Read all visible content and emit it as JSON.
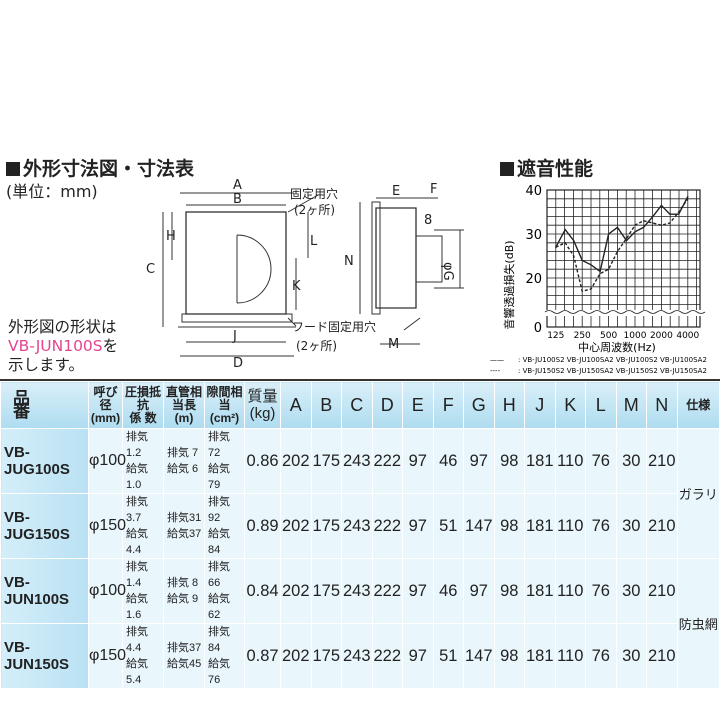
{
  "left_section": {
    "title": "外形寸法図・寸法表",
    "unit": "(単位：mm)",
    "dim_labels": {
      "A": "A",
      "B": "B",
      "C": "C",
      "H": "H",
      "J": "J",
      "K": "K",
      "L": "L",
      "D": "D",
      "E": "E",
      "F": "F",
      "N": "N",
      "eight": "8",
      "G": "φG",
      "M": "M"
    },
    "fix_hole": "固定用穴",
    "fix_hole_count": "(2ヶ所)",
    "hood_hole": "フード固定用穴",
    "hood_hole_count": "(2ヶ所)",
    "note_line1": "外形図の形状は",
    "note_model": "VB-JUN100S",
    "note_suffix": "を",
    "note_line3": "示します。"
  },
  "chart_data": {
    "type": "line",
    "title": "遮音性能",
    "ylabel": "音響透過損失(dB)",
    "xlabel": "中心周波数(Hz)",
    "x_ticks": [
      "125",
      "250",
      "500",
      "1000",
      "2000",
      "4000"
    ],
    "y_ticks": [
      "0",
      "20",
      "30",
      "40"
    ],
    "ylim": [
      0,
      40
    ],
    "y_break": [
      0,
      14
    ],
    "grid": true,
    "x_scale": "log",
    "x": [
      125,
      160,
      200,
      250,
      315,
      400,
      500,
      630,
      800,
      1000,
      1250,
      1600,
      2000,
      2500,
      3150,
      4000
    ],
    "series": [
      {
        "name": "VB-JU100S2 VB-JU100SA2 VB-JU100S2 VB-JU100SA2",
        "style": "solid",
        "values": [
          27,
          31,
          28.5,
          24,
          23,
          21.5,
          30,
          31.5,
          28.5,
          30.5,
          31.5,
          34,
          36.5,
          34.5,
          34.5,
          38.5
        ]
      },
      {
        "name": "VB-JU150S2 VB-JU150SA2 VB-JU150S2 VB-JU150SA2",
        "style": "dashed",
        "values": [
          27,
          28,
          25,
          17,
          17.5,
          21,
          22,
          26,
          29,
          32,
          33,
          32.5,
          32,
          32.5,
          35,
          38
        ]
      }
    ],
    "legend": [
      {
        "mark": "——",
        "label": ": VB-JU100S2 VB-JU100SA2 VB-JU100S2 VB-JU100SA2"
      },
      {
        "mark": "----",
        "label": ": VB-JU150S2 VB-JU150SA2 VB-JU150S2 VB-JU150SA2"
      }
    ]
  },
  "table": {
    "headers": {
      "name": "品 番",
      "diameter": [
        "呼び径",
        "(mm)"
      ],
      "pressure": [
        "圧損抵抗",
        "係 数"
      ],
      "pipe": [
        "直管相当長",
        "(m)"
      ],
      "gap": [
        "隙間相当",
        "(cm²)"
      ],
      "mass": [
        "質量",
        "(kg)"
      ],
      "dims": [
        "A",
        "B",
        "C",
        "D",
        "E",
        "F",
        "G",
        "H",
        "J",
        "K",
        "L",
        "M",
        "N"
      ],
      "spec": "仕様"
    },
    "rows": [
      {
        "model": "VB-JUG100S",
        "diameter": "φ100",
        "pressure": [
          "排気 1.2",
          "給気 1.0"
        ],
        "pipe": [
          "排気 7",
          "給気 6"
        ],
        "gap": [
          "排気 72",
          "給気 79"
        ],
        "mass": "0.86",
        "dims": [
          "202",
          "175",
          "243",
          "222",
          "97",
          "46",
          "97",
          "98",
          "181",
          "110",
          "76",
          "30",
          "210"
        ]
      },
      {
        "model": "VB-JUG150S",
        "diameter": "φ150",
        "pressure": [
          "排気 3.7",
          "給気 4.4"
        ],
        "pipe": [
          "排気31",
          "給気37"
        ],
        "gap": [
          "排気 92",
          "給気 84"
        ],
        "mass": "0.89",
        "dims": [
          "202",
          "175",
          "243",
          "222",
          "97",
          "51",
          "147",
          "98",
          "181",
          "110",
          "76",
          "30",
          "210"
        ]
      },
      {
        "model": "VB-JUN100S",
        "diameter": "φ100",
        "pressure": [
          "排気 1.4",
          "給気 1.6"
        ],
        "pipe": [
          "排気 8",
          "給気 9"
        ],
        "gap": [
          "排気 66",
          "給気 62"
        ],
        "mass": "0.84",
        "dims": [
          "202",
          "175",
          "243",
          "222",
          "97",
          "46",
          "97",
          "98",
          "181",
          "110",
          "76",
          "30",
          "210"
        ]
      },
      {
        "model": "VB-JUN150S",
        "diameter": "φ150",
        "pressure": [
          "排気 4.4",
          "給気 5.4"
        ],
        "pipe": [
          "排気37",
          "給気45"
        ],
        "gap": [
          "排気 84",
          "給気 76"
        ],
        "mass": "0.87",
        "dims": [
          "202",
          "175",
          "243",
          "222",
          "97",
          "51",
          "147",
          "98",
          "181",
          "110",
          "76",
          "30",
          "210"
        ]
      }
    ],
    "specs": [
      "ガラリ",
      "防虫網"
    ]
  }
}
